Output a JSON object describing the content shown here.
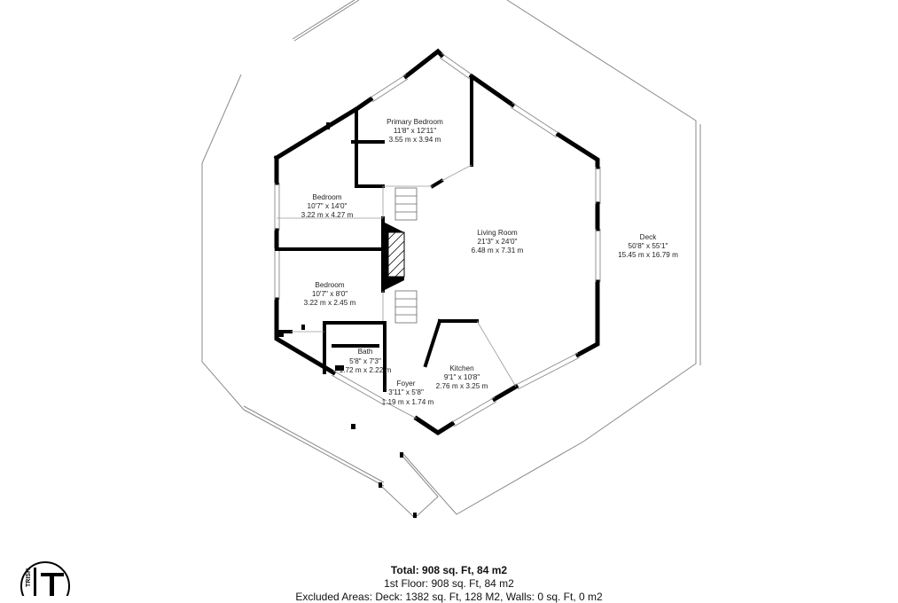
{
  "rooms": {
    "primary_bedroom": {
      "name": "Primary Bedroom",
      "dim_ft": "11'8\" x 12'11\"",
      "dim_m": "3.55 m x 3.94 m"
    },
    "bedroom_1": {
      "name": "Bedroom",
      "dim_ft": "10'7\" x 14'0\"",
      "dim_m": "3.22 m x 4.27 m"
    },
    "bedroom_2": {
      "name": "Bedroom",
      "dim_ft": "10'7\" x 8'0\"",
      "dim_m": "3.22 m x 2.45 m"
    },
    "living_room": {
      "name": "Living Room",
      "dim_ft": "21'3\" x 24'0\"",
      "dim_m": "6.48 m x 7.31 m"
    },
    "deck": {
      "name": "Deck",
      "dim_ft": "50'8\" x 55'1\"",
      "dim_m": "15.45 m x 16.79 m"
    },
    "bath": {
      "name": "Bath",
      "dim_ft": "5'8\" x 7'3\"",
      "dim_m": "1.72 m x 2.22 m"
    },
    "kitchen": {
      "name": "Kitchen",
      "dim_ft": "9'1\" x 10'8\"",
      "dim_m": "2.76 m x 3.25 m"
    },
    "foyer": {
      "name": "Foyer",
      "dim_ft": "3'11\" x 5'8\"",
      "dim_m": "1.19 m x 1.74 m"
    }
  },
  "summary": {
    "total": "Total: 908 sq. Ft, 84 m2",
    "first_floor": "1st Floor: 908 sq. Ft, 84 m2",
    "excluded": "Excluded Areas: Deck: 1382 sq. Ft, 128 M2, Walls: 0 sq. Ft, 0 m2"
  },
  "logo": {
    "name": "logo-icon",
    "text": "TRISH"
  },
  "colors": {
    "wall": "#000000",
    "thin_line": "#8a8a8a",
    "background": "#ffffff"
  }
}
